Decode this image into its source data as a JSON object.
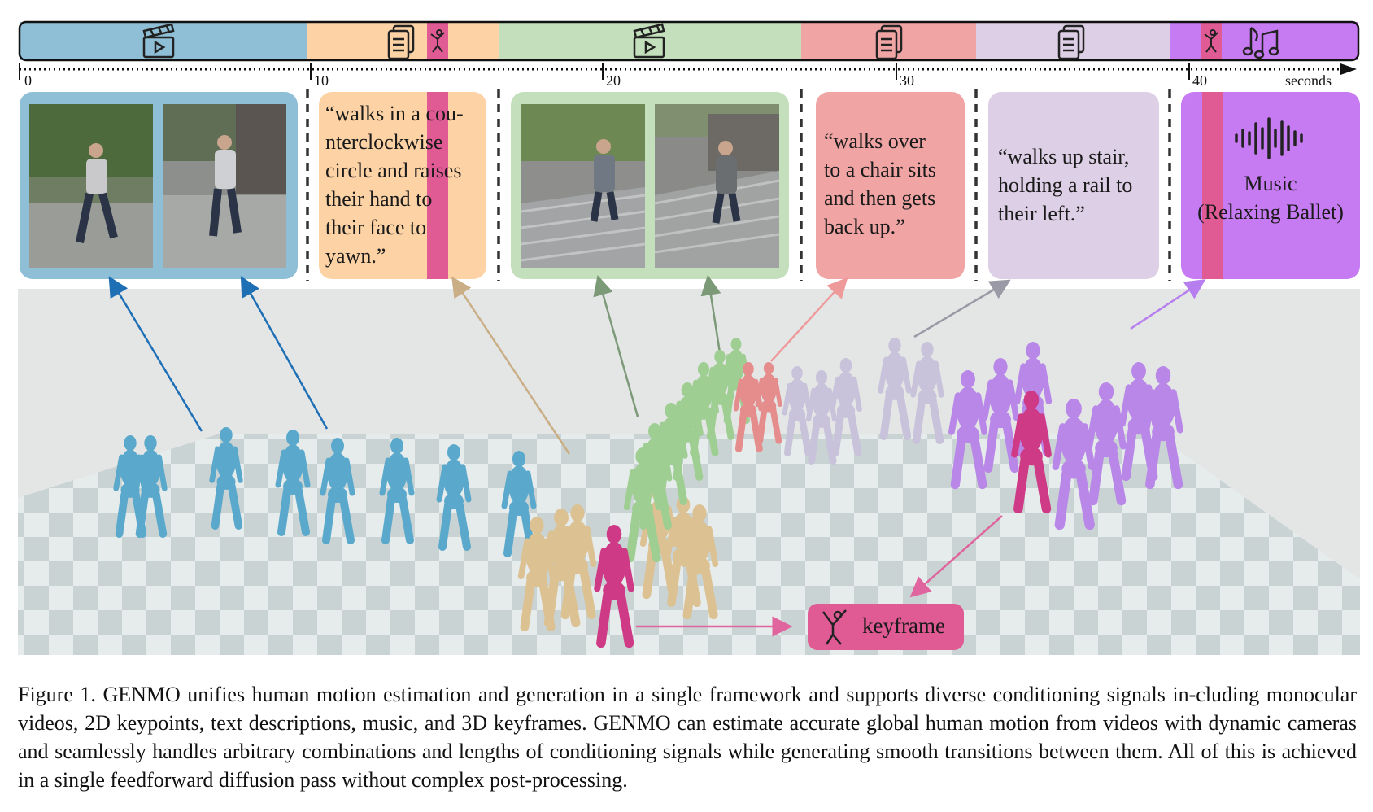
{
  "timeline": {
    "unit_label": "seconds",
    "ticks": [
      "0",
      "10",
      "20",
      "30",
      "40"
    ],
    "segments": [
      {
        "kind": "video",
        "icon": "clapperboard-icon",
        "color": "#8ebfd6"
      },
      {
        "kind": "text",
        "icon": "document-icon",
        "color": "#fdd3a5"
      },
      {
        "kind": "video",
        "icon": "clapperboard-icon",
        "color": "#c3dfbb"
      },
      {
        "kind": "text",
        "icon": "document-icon",
        "color": "#f0a4a4"
      },
      {
        "kind": "text",
        "icon": "document-icon",
        "color": "#ddd0e6"
      },
      {
        "kind": "music",
        "icon": "music-note-icon",
        "color": "#c67bf2"
      }
    ],
    "keyframe_color": "#e05a94"
  },
  "panels": {
    "text1": "“walks in a cou-\nnterclockwise\ncircle and raises\ntheir hand to\ntheir face to\nyawn.”",
    "text2": "“walks over\nto a chair sits\nand then gets\nback up.”",
    "text3": "“walks up stair,\nholding a rail to\ntheir left.”",
    "music_line1": "Music",
    "music_line2": "(Relaxing Ballet)"
  },
  "keyframe_label": "keyframe",
  "caption": "Figure 1. GENMO unifies human motion estimation and generation in a single framework and supports diverse conditioning signals in-cluding monocular videos, 2D keypoints, text descriptions, music, and 3D keyframes. GENMO can estimate accurate global human motion from videos with dynamic cameras and seamlessly handles arbitrary combinations and lengths of conditioning signals while generating smooth transitions between them. All of this is achieved in a single feedforward diffusion pass without complex post-processing."
}
